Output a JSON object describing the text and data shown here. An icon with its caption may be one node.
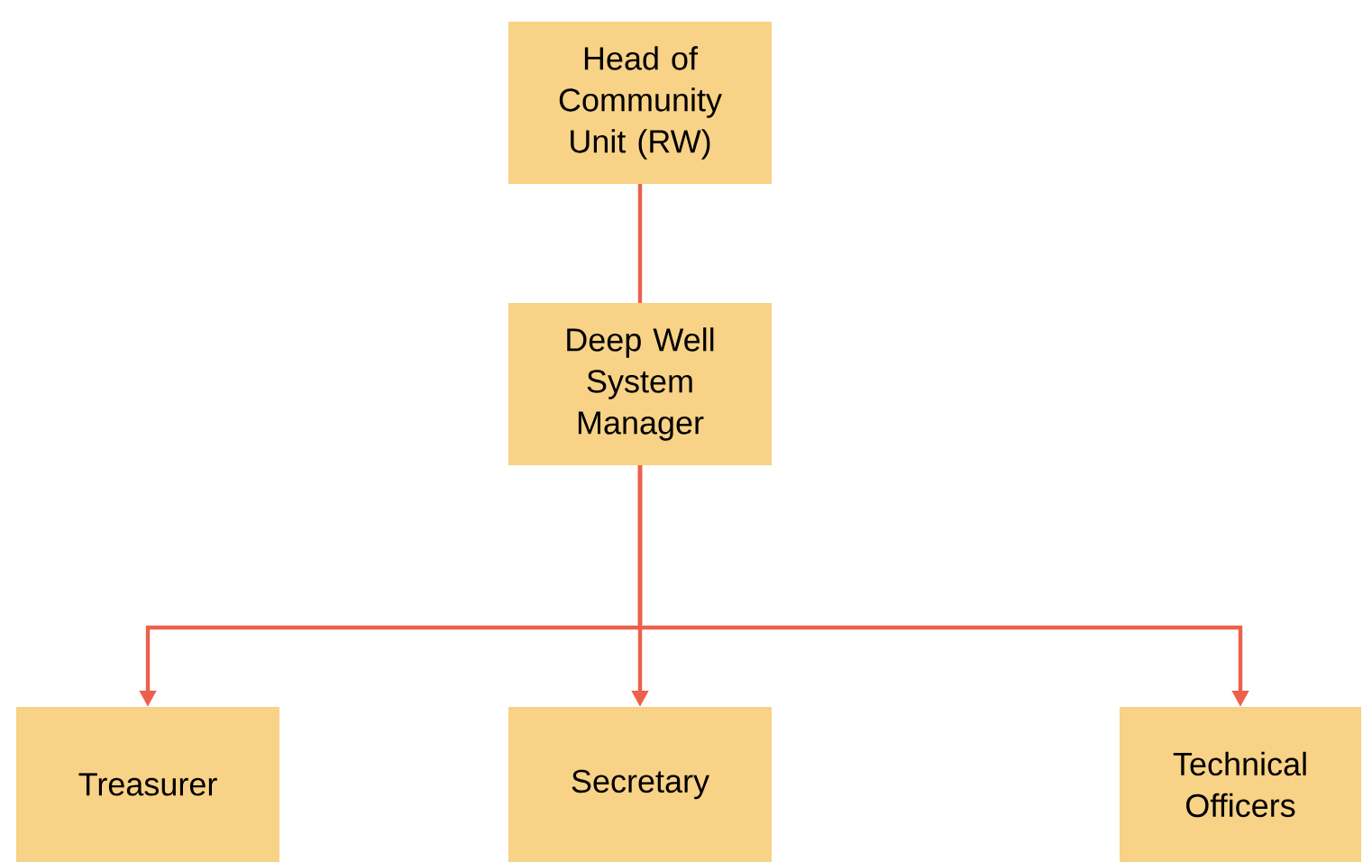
{
  "diagram": {
    "nodes": [
      {
        "text": [
          "Head of Community Unit (RW)"
        ]
      },
      {
        "text": [
          "Deep Well System Manager"
        ]
      },
      {
        "text": [
          "Treasurer"
        ]
      },
      {
        "text": [
          "Secretary"
        ]
      },
      {
        "text": [
          "Technical Officers"
        ]
      }
    ],
    "edges": [
      {
        "from": 0,
        "to": 1,
        "arrow": "none"
      },
      {
        "from": 1,
        "to": 2,
        "arrow": "to"
      },
      {
        "from": 1,
        "to": 3,
        "arrow": "to"
      },
      {
        "from": 1,
        "to": 4,
        "arrow": "to"
      }
    ]
  }
}
